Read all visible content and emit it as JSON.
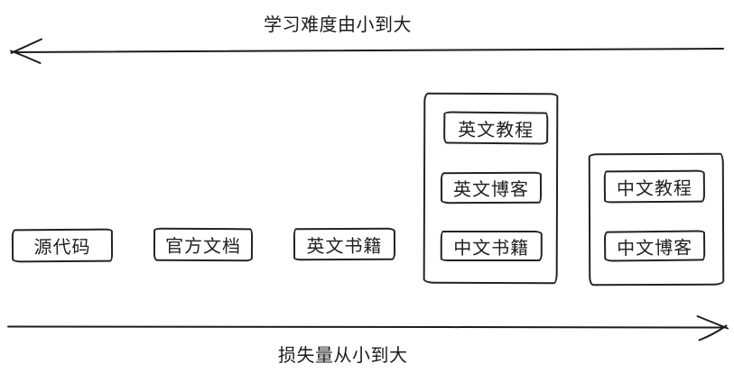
{
  "axes": {
    "top": {
      "label": "学习难度由小到大",
      "arrow_direction": "left"
    },
    "bottom": {
      "label": "损失量从小到大",
      "arrow_direction": "right"
    }
  },
  "nodes": {
    "source_code": {
      "label": "源代码"
    },
    "official_docs": {
      "label": "官方文档"
    },
    "english_books": {
      "label": "英文书籍"
    },
    "group_english": {
      "items": [
        {
          "label": "英文教程"
        },
        {
          "label": "英文博客"
        },
        {
          "label": "中文书籍"
        }
      ]
    },
    "group_chinese": {
      "items": [
        {
          "label": "中文教程"
        },
        {
          "label": "中文博客"
        }
      ]
    }
  },
  "colors": {
    "stroke": "#1d1d1d",
    "background": "#ffffff"
  }
}
